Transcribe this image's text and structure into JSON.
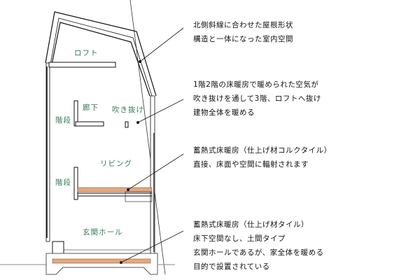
{
  "rooms": {
    "loft": "ロフト",
    "corridor": "廊下",
    "stairs_upper": "階段",
    "void": "吹き抜け",
    "living": "リビング",
    "stairs_lower": "階段",
    "entrance_hall": "玄関ホール"
  },
  "notes": [
    {
      "lines": [
        "北側斜線に合わせた屋根形状",
        "構造と一体になった室内空間"
      ]
    },
    {
      "lines": [
        "1階2階の床暖房で暖められた空気が",
        "吹き抜けを通して3階、ロフトへ抜け",
        "建物全体を暖める"
      ]
    },
    {
      "lines": [
        "蓄熱式床暖房（仕上げ材コルクタイル）",
        "直接、床面や空間に輻射されます"
      ]
    },
    {
      "lines": [
        "蓄熱式床暖房（仕上げ材タイル）",
        "床下空間なし、土間タイプ",
        "玄関ホールであるが、家全体を暖める",
        "目的で設置されている"
      ]
    }
  ],
  "colors": {
    "room_label": "#2f7d55",
    "floor_heating": "#e8a77c",
    "line": "#111111"
  }
}
